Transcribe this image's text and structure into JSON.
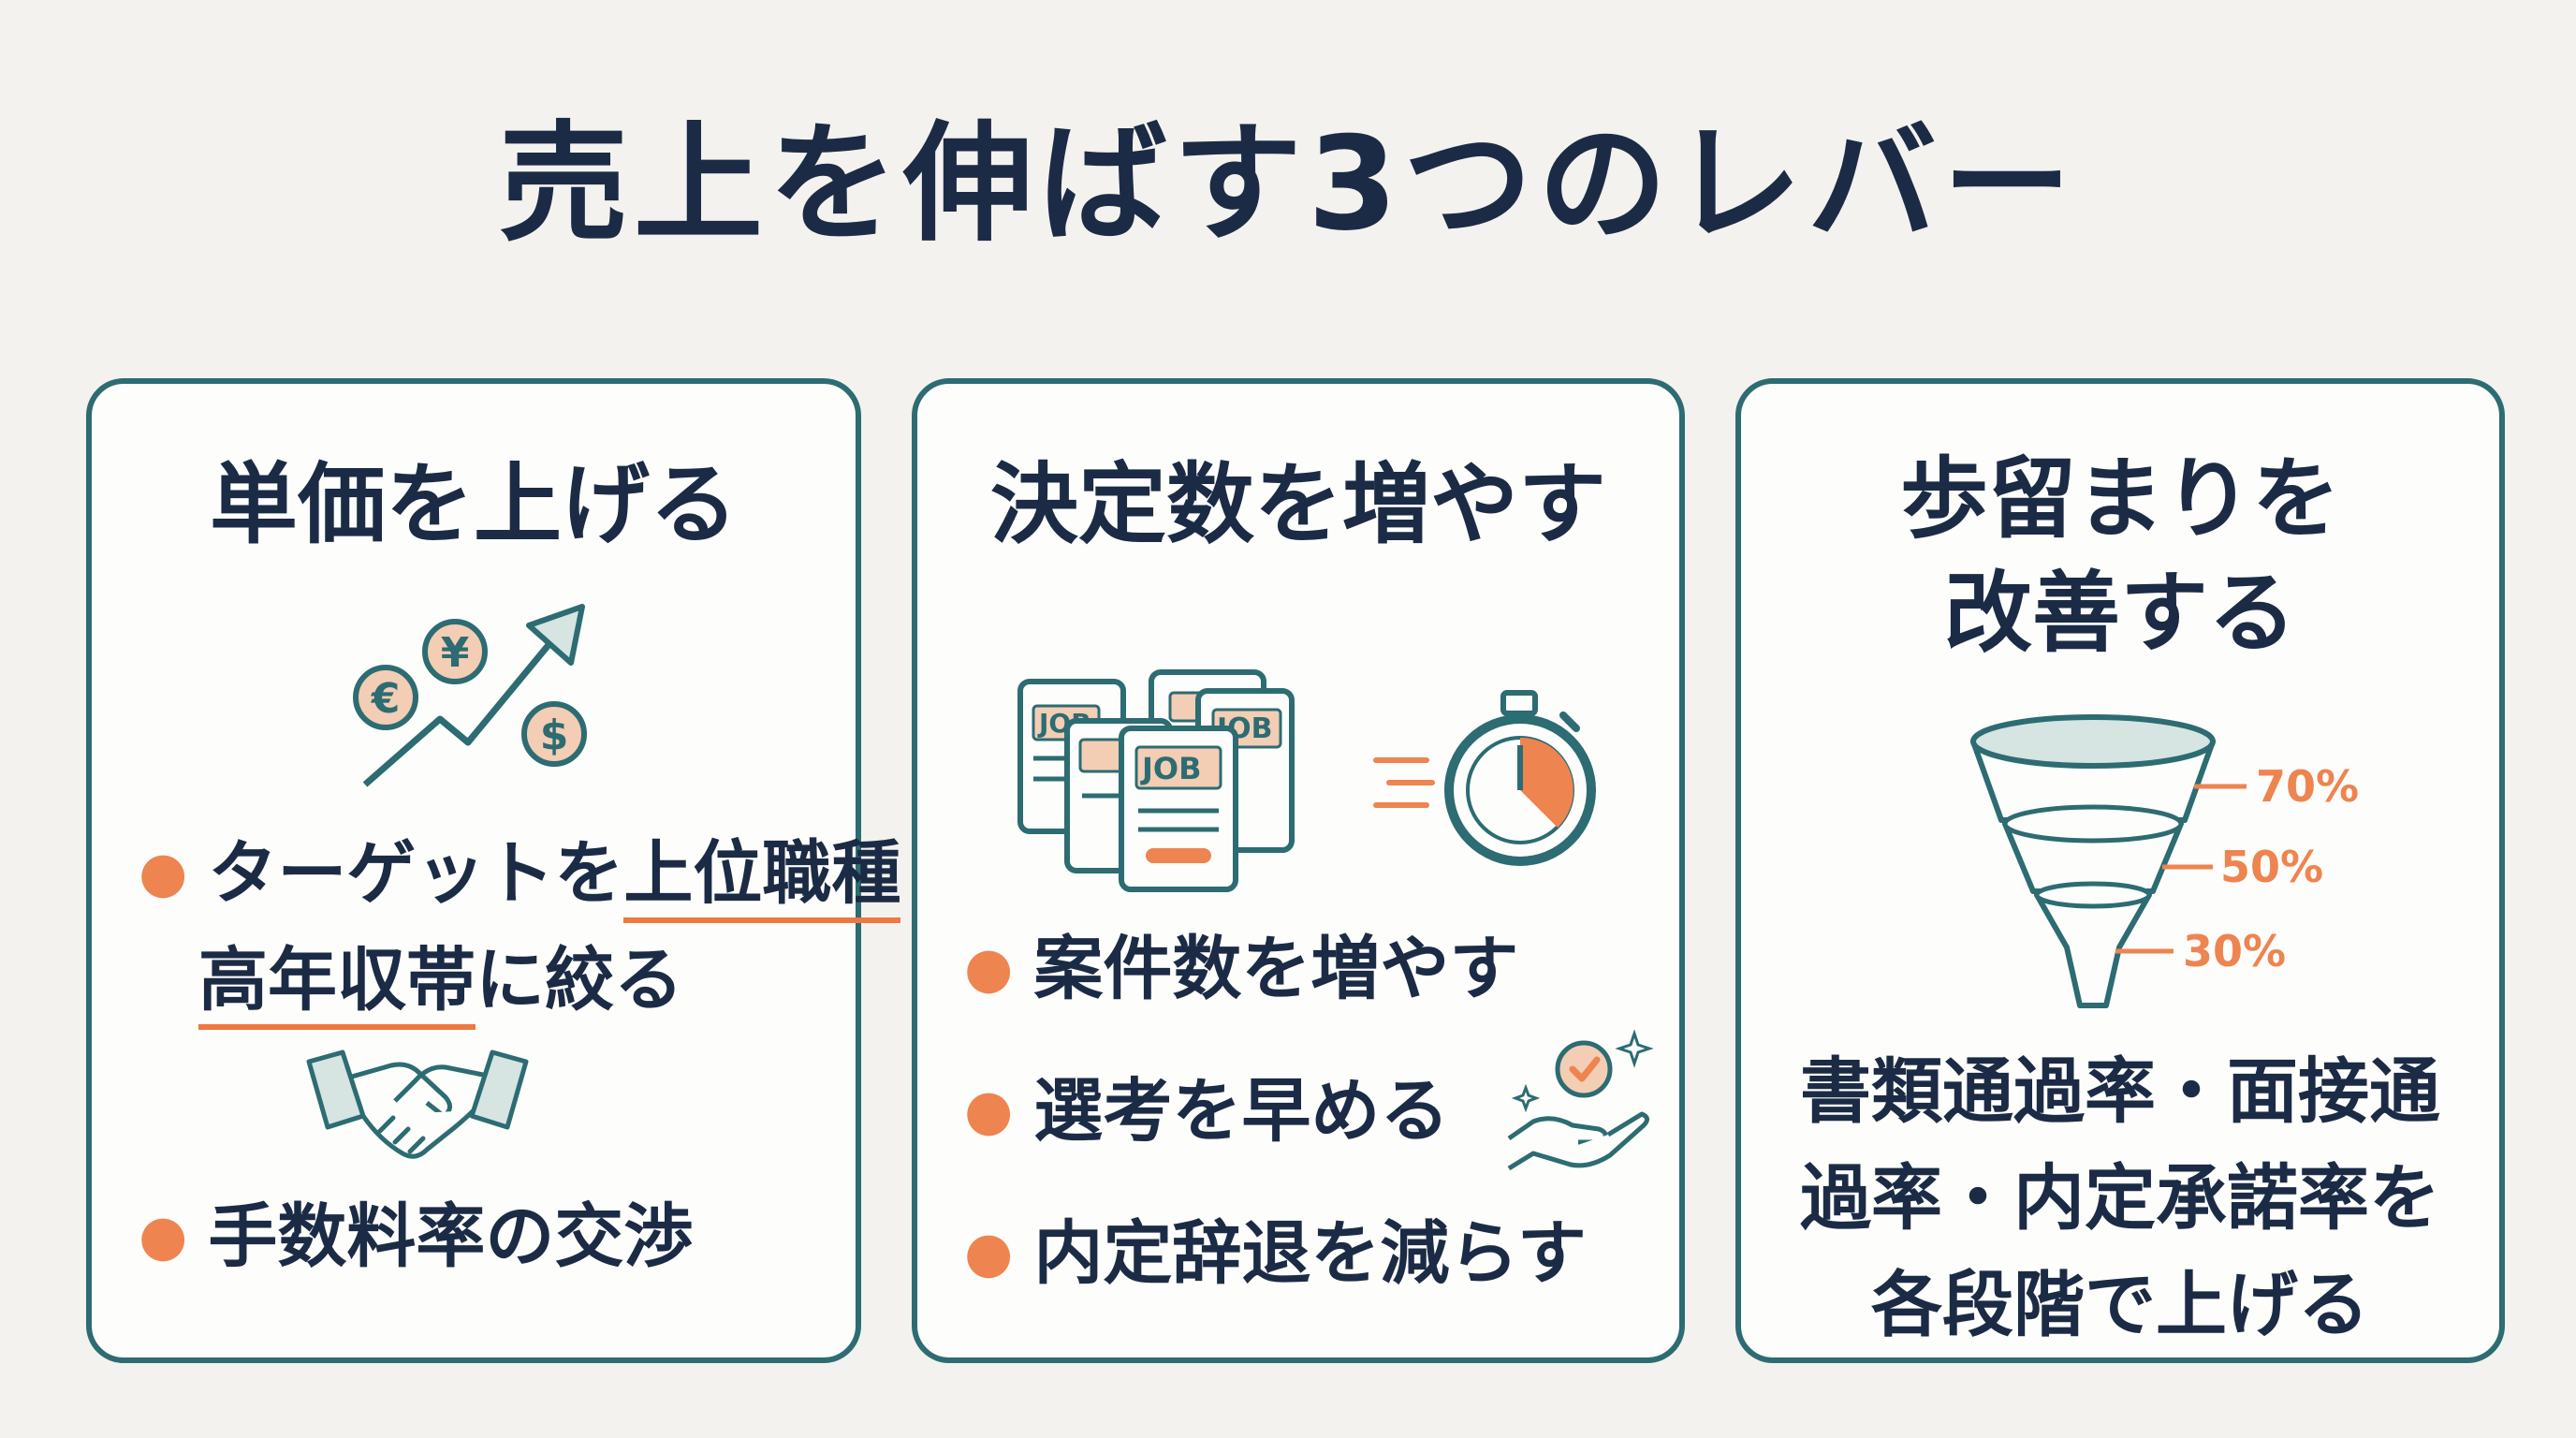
{
  "title": "売上を伸ばす3つのレバー",
  "colors": {
    "accent": "#ee8450",
    "border": "#2c6c72",
    "text": "#1c2b45",
    "icon_fill": "#f3cdb4"
  },
  "cards": [
    {
      "title": "単価を上げる",
      "icons": [
        "currency-growth-icon",
        "handshake-icon"
      ],
      "currency_symbols": [
        "€",
        "¥",
        "$"
      ],
      "bullets": [
        {
          "line1_pre": "ターゲットを",
          "line1_hl": "上位職種",
          "line1_post": "・",
          "line2_hl": "高年収帯",
          "line2_post": "に絞る"
        },
        {
          "text": "手数料率の交渉"
        }
      ]
    },
    {
      "title": "決定数を増やす",
      "icons": [
        "job-documents-icon",
        "stopwatch-icon",
        "hand-check-icon"
      ],
      "job_label": "JOB",
      "bullets": [
        {
          "text": "案件数を増やす"
        },
        {
          "text": "選考を早める"
        },
        {
          "text": "内定辞退を減らす"
        }
      ]
    },
    {
      "title_line1": "歩留まりを",
      "title_line2": "改善する",
      "icons": [
        "funnel-icon"
      ],
      "funnel_labels": [
        "70%",
        "50%",
        "30%"
      ],
      "funnel_values": [
        70,
        50,
        30
      ],
      "body_lines": [
        "書類通過率・面接通",
        "過率・内定承諾率を",
        "各段階で上げる"
      ]
    }
  ]
}
